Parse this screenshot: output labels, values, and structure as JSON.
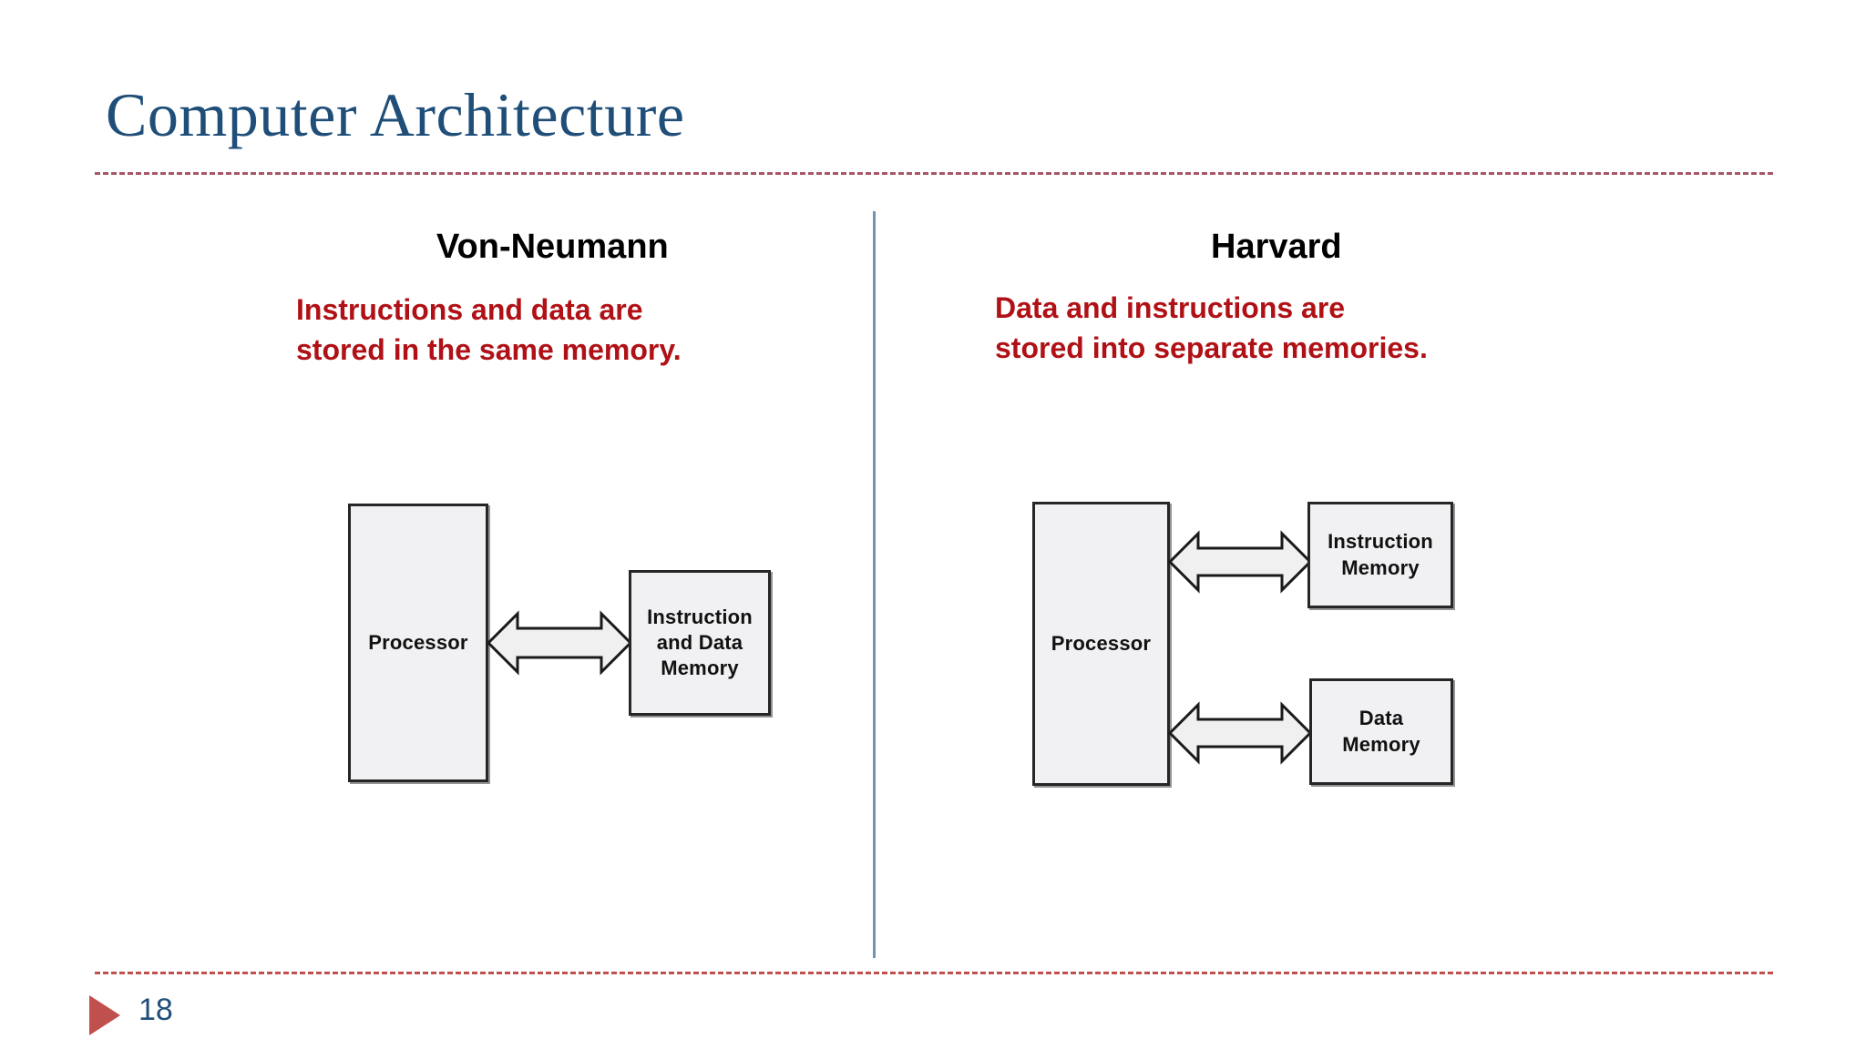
{
  "slide": {
    "title": "Computer Architecture",
    "page_number": "18",
    "title_color": "#1F4E79",
    "rule_color": "#C0504D",
    "divider_color": "#7096AE",
    "accent_red": "#B01116",
    "background": "#FFFFFF"
  },
  "columns": [
    {
      "heading": "Von-Neumann",
      "description": "Instructions and data are\nstored in the same memory.",
      "diagram": {
        "boxes": [
          {
            "id": "vn-processor",
            "label": "Processor"
          },
          {
            "id": "vn-memory",
            "label": "Instruction\nand Data\nMemory"
          }
        ],
        "arrows": [
          {
            "id": "vn-bus",
            "from": "vn-processor",
            "to": "vn-memory",
            "style": "double-headed"
          }
        ]
      }
    },
    {
      "heading": "Harvard",
      "description": "Data and instructions are\nstored into separate memories.",
      "diagram": {
        "boxes": [
          {
            "id": "hv-processor",
            "label": "Processor"
          },
          {
            "id": "hv-instruction-memory",
            "label": "Instruction\nMemory"
          },
          {
            "id": "hv-data-memory",
            "label": "Data\nMemory"
          }
        ],
        "arrows": [
          {
            "id": "hv-instruction-bus",
            "from": "hv-processor",
            "to": "hv-instruction-memory",
            "style": "double-headed"
          },
          {
            "id": "hv-data-bus",
            "from": "hv-processor",
            "to": "hv-data-memory",
            "style": "double-headed"
          }
        ]
      }
    }
  ]
}
